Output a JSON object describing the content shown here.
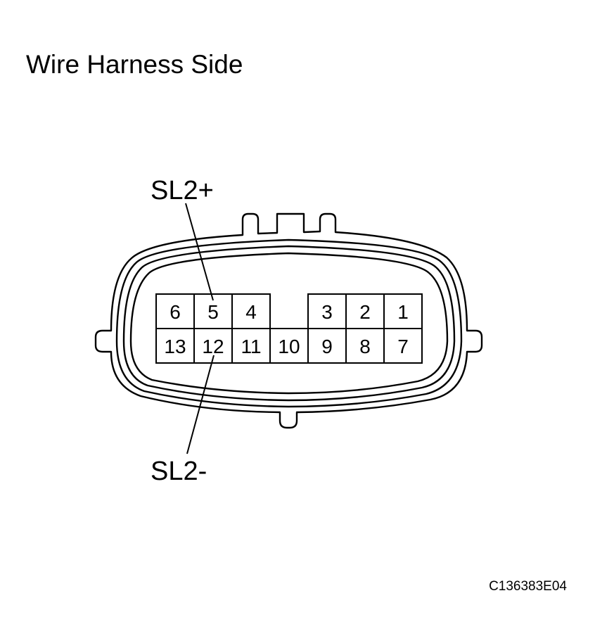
{
  "title": "Wire Harness Side",
  "connector": {
    "top_row": [
      {
        "pin": "6"
      },
      {
        "pin": "5"
      },
      {
        "pin": "4"
      },
      {
        "pin": ""
      },
      {
        "pin": "3"
      },
      {
        "pin": "2"
      },
      {
        "pin": "1"
      }
    ],
    "bottom_row": [
      {
        "pin": "13"
      },
      {
        "pin": "12"
      },
      {
        "pin": "11"
      },
      {
        "pin": "10"
      },
      {
        "pin": "9"
      },
      {
        "pin": "8"
      },
      {
        "pin": "7"
      }
    ]
  },
  "labels": {
    "top": {
      "text": "SL2+",
      "pin": "5"
    },
    "bottom": {
      "text": "SL2-",
      "pin": "12"
    }
  },
  "figure_code": "C136383E04",
  "colors": {
    "line": "#000000",
    "background": "#ffffff"
  }
}
